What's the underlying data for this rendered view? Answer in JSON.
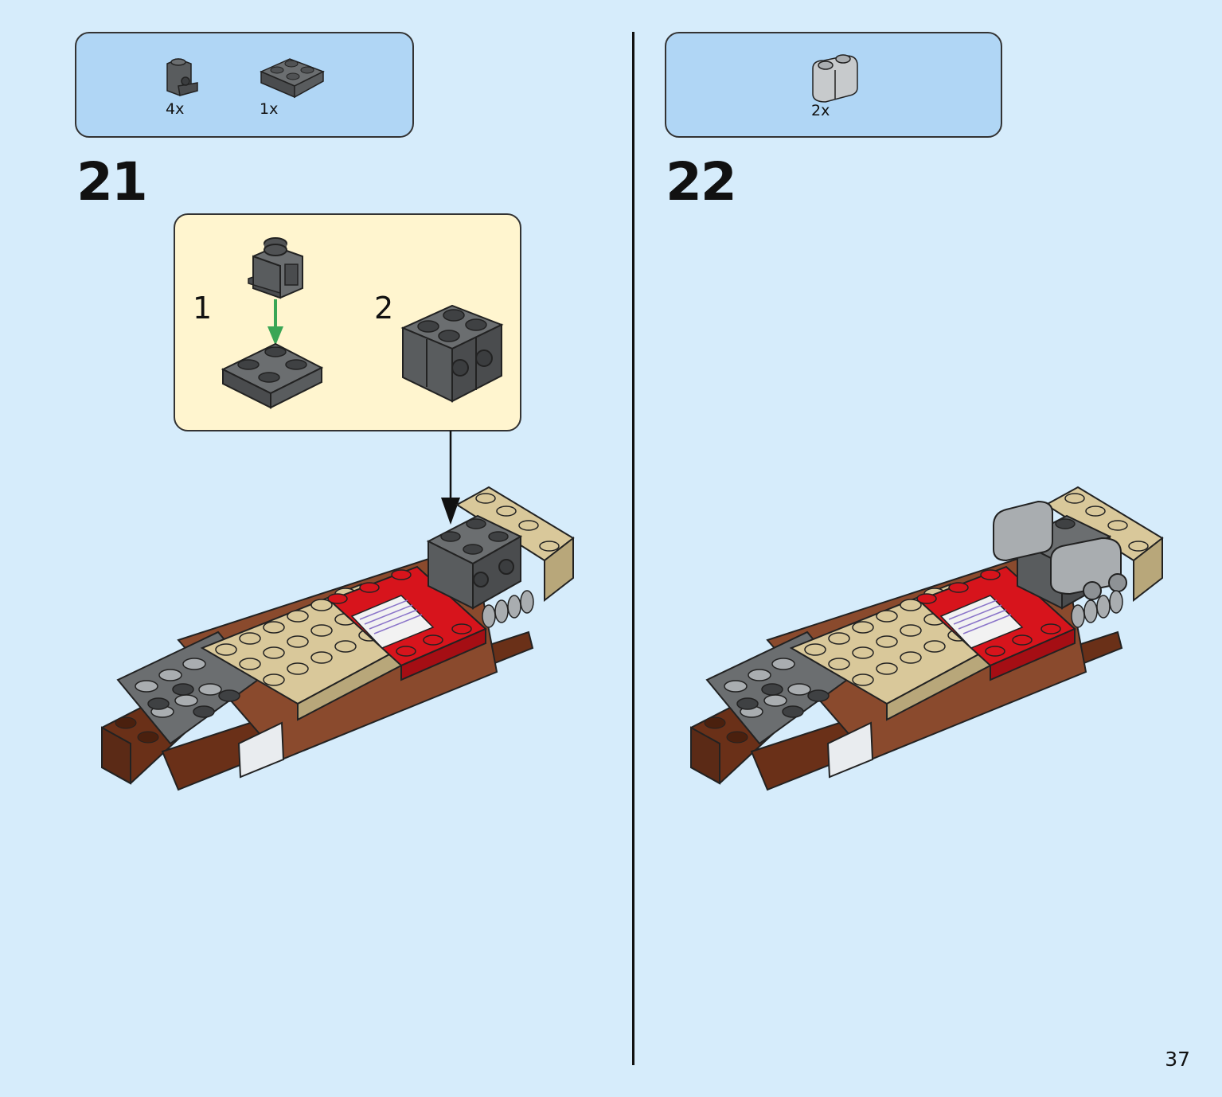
{
  "page": {
    "number": "37"
  },
  "step21": {
    "number": "21",
    "parts": [
      {
        "name": "dark-gray-bracket-brick",
        "count": "4x"
      },
      {
        "name": "dark-gray-2x2-plate",
        "count": "1x"
      }
    ],
    "sub_steps": [
      {
        "number": "1"
      },
      {
        "number": "2"
      }
    ]
  },
  "step22": {
    "number": "22",
    "parts": [
      {
        "name": "light-gray-round-brick",
        "count": "2x"
      }
    ]
  },
  "colors": {
    "background": "#d6ecfb",
    "parts_panel": "#b0d6f5",
    "sub_panel": "#fff5cf",
    "arrow_green": "#3aa655",
    "brick_tan": "#d9c89a",
    "brick_red": "#d7141c",
    "brick_brown": "#8a4a2d",
    "brick_dark_brown": "#5b2a16",
    "brick_dark_gray": "#6b6e70",
    "brick_light_gray": "#a9adb0"
  }
}
